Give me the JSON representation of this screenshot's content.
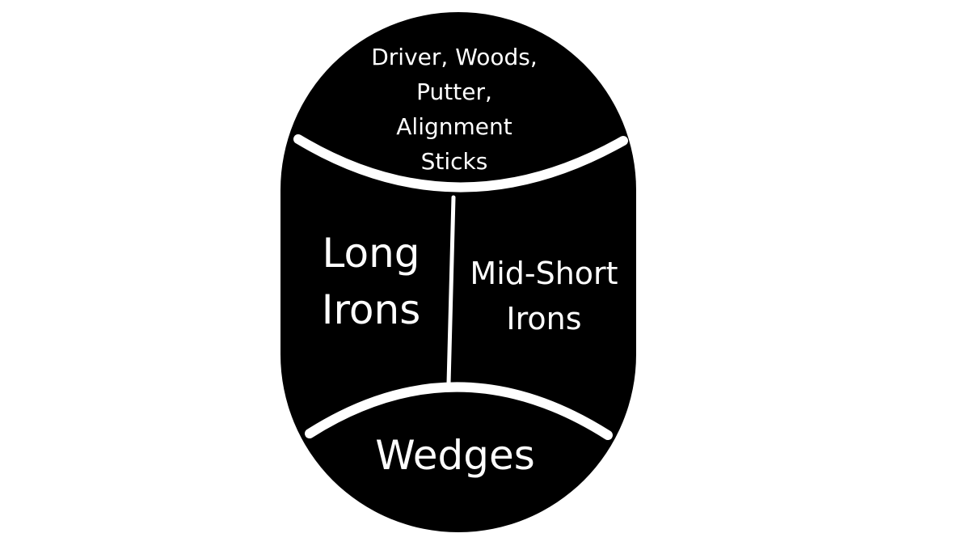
{
  "colors": {
    "bag_fill": "#000000",
    "divider": "#ffffff",
    "text": "#ffffff",
    "background": "#ffffff"
  },
  "sections": {
    "top": {
      "lines": [
        "Driver, Woods,",
        "Putter,",
        "Alignment",
        "Sticks"
      ]
    },
    "left": {
      "lines": [
        "Long",
        "Irons"
      ]
    },
    "right": {
      "lines": [
        "Mid-Short",
        "Irons"
      ]
    },
    "bottom": {
      "lines": [
        "Wedges"
      ]
    }
  }
}
